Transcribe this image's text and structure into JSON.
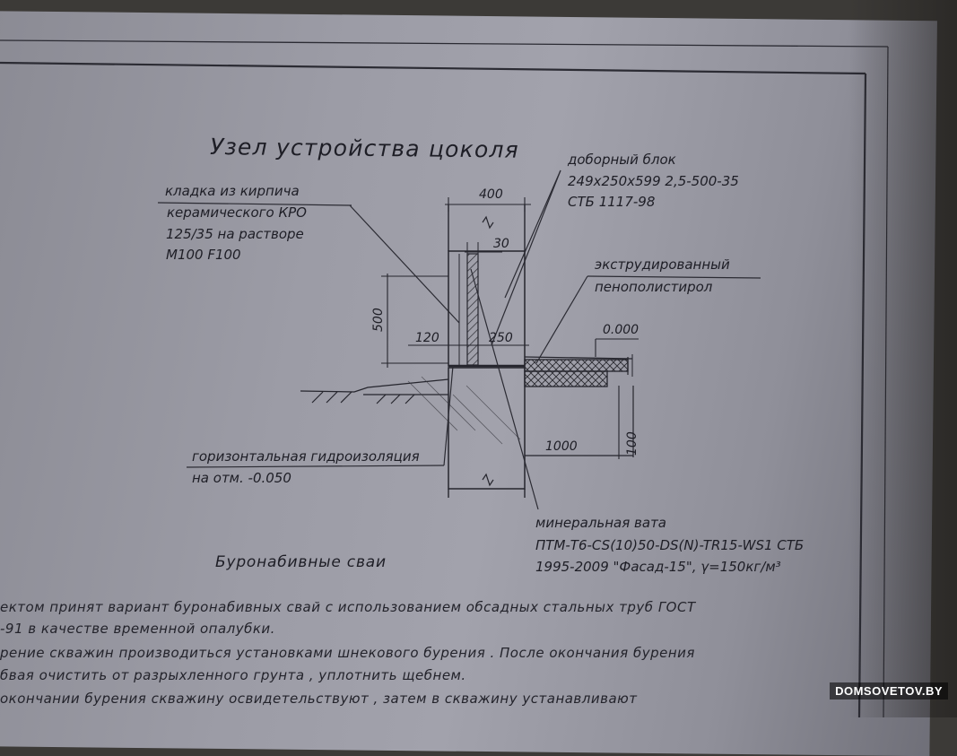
{
  "title": "Узел устройства цоколя",
  "labels": {
    "masonry": [
      "кладка из кирпича",
      "керамического КРО",
      "125/35 на растворе",
      "М100 F100"
    ],
    "block": [
      "доборный блок",
      "249х250х599 2,5-500-35",
      "СТБ 1117-98"
    ],
    "eps": [
      "экструдированный",
      "пенополистирол"
    ],
    "waterproofing": [
      "горизонтальная гидроизоляция",
      "на отм. -0.050"
    ],
    "mineral_wool": [
      "минеральная вата",
      "ПТМ-Т6-CS(10)50-DS(N)-TR15-WS1 СТБ",
      "1995-2009 \"Фасад-15\", γ=150кг/м³"
    ]
  },
  "dimensions": {
    "d400": "400",
    "d30": "30",
    "d120": "120",
    "d250": "250",
    "d500": "500",
    "level": "0.000",
    "d1000": "1000",
    "d100": "100"
  },
  "section_title": "Буронабивные сваи",
  "notes": [
    "ектом принят вариант буронабивных свай с использованием обсадных стальных труб ГОСТ",
    "-91 в качестве временной опалубки.",
    "рение скважин производиться установками шнекового бурения . После окончания бурения",
    "бвая очистить от разрыхленного грунта , уплотнить щебнем.",
    "окончании бурения скважину освидетельствуют , затем в скважину устанавливают"
  ],
  "watermark": "DOMSOVETOV.BY"
}
